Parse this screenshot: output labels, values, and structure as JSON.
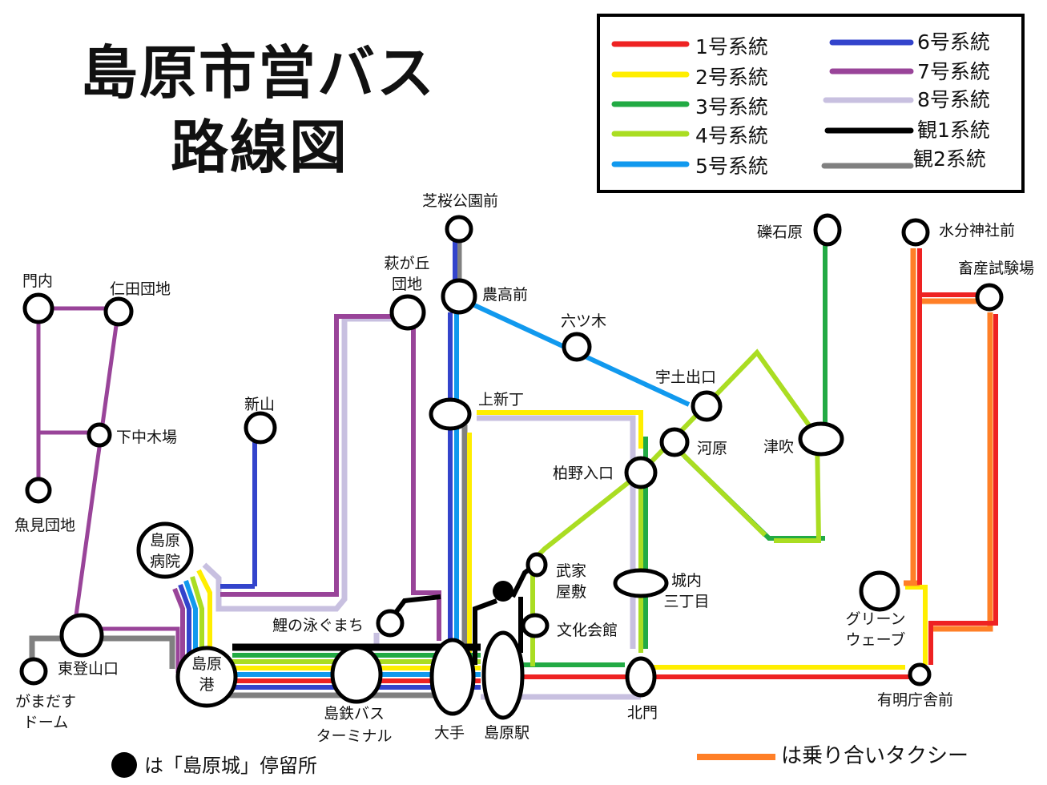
{
  "title": {
    "line1": "島原市営バス",
    "line2": "路線図"
  },
  "legend": [
    {
      "label": "1号系統",
      "color": "#ee2222"
    },
    {
      "label": "2号系統",
      "color": "#ffee00"
    },
    {
      "label": "3号系統",
      "color": "#22aa44"
    },
    {
      "label": "4号系統",
      "color": "#aadd22"
    },
    {
      "label": "5号系統",
      "color": "#1199ee"
    },
    {
      "label": "6号系統",
      "color": "#3344cc"
    },
    {
      "label": "7号系統",
      "color": "#994499"
    },
    {
      "label": "8号系統",
      "color": "#c8c0e0"
    },
    {
      "label": "観1系統",
      "color": "#000000"
    },
    {
      "label": "観2系統",
      "color": "#808080"
    }
  ],
  "stops": {
    "shibazakura": "芝桜公園前",
    "noukou": "農高前",
    "hagigaoka_1": "萩が丘",
    "hagigaoka_2": "団地",
    "mutsugi": "六ツ木",
    "kamishincho": "上新丁",
    "udeguchi": "宇土出口",
    "kawara": "河原",
    "kayanoiriguchi": "柏野入口",
    "tsubuki": "津吹",
    "reisekibaru": "礫石原",
    "mizubunjinja": "水分神社前",
    "chikusan": "畜産試験場",
    "monnai": "門内",
    "nitadanchi": "仁田団地",
    "shimonakagiba": "下中木場",
    "uomidanchi": "魚見団地",
    "shinzan": "新山",
    "hospital_1": "島原",
    "hospital_2": "病院",
    "bukeyashiki_1": "武家",
    "bukeyashiki_2": "屋敷",
    "shironai_1": "城内",
    "shironai_2": "三丁目",
    "bunka": "文化会館",
    "koi": "鯉の泳ぐまち",
    "greenwave_1": "グリーン",
    "greenwave_2": "ウェーブ",
    "higashitoyama": "東登山口",
    "gamadasu_1": "がまだす",
    "gamadasu_2": "ドーム",
    "port_1": "島原",
    "port_2": "港",
    "terminal_1": "島鉄バス",
    "terminal_2": "ターミナル",
    "ote": "大手",
    "station": "島原駅",
    "kitamon": "北門",
    "ariake": "有明庁舎前"
  },
  "notes": {
    "castle_stop": "は「島原城」停留所",
    "taxi": "は乗り合いタクシー",
    "taxi_color": "#ff7f27"
  }
}
